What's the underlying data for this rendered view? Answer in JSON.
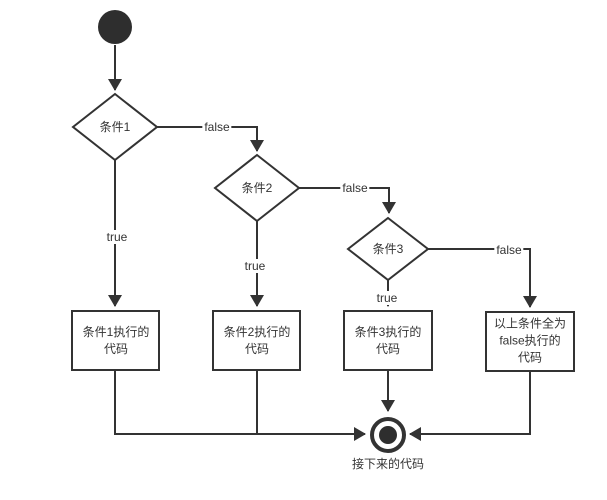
{
  "diagram_type": "flowchart",
  "colors": {
    "background": "#ffffff",
    "line": "#333333",
    "shape_fill": "#ffffff",
    "terminal_fill": "#2e2e2e",
    "text": "#333333"
  },
  "nodes": {
    "start": {
      "type": "start-circle"
    },
    "cond1": {
      "label": "条件1"
    },
    "cond2": {
      "label": "条件2"
    },
    "cond3": {
      "label": "条件3"
    },
    "box1": {
      "label": "条件1执行的\n代码"
    },
    "box2": {
      "label": "条件2执行的\n代码"
    },
    "box3": {
      "label": "条件3执行的\n代码"
    },
    "box4": {
      "label": "以上条件全为\nfalse执行的\n代码"
    },
    "end": {
      "label": "接下来的代码"
    }
  },
  "edges": {
    "cond1_false": "false",
    "cond2_false": "false",
    "cond3_false": "false",
    "cond1_true": "true",
    "cond2_true": "true",
    "cond3_true": "true"
  }
}
